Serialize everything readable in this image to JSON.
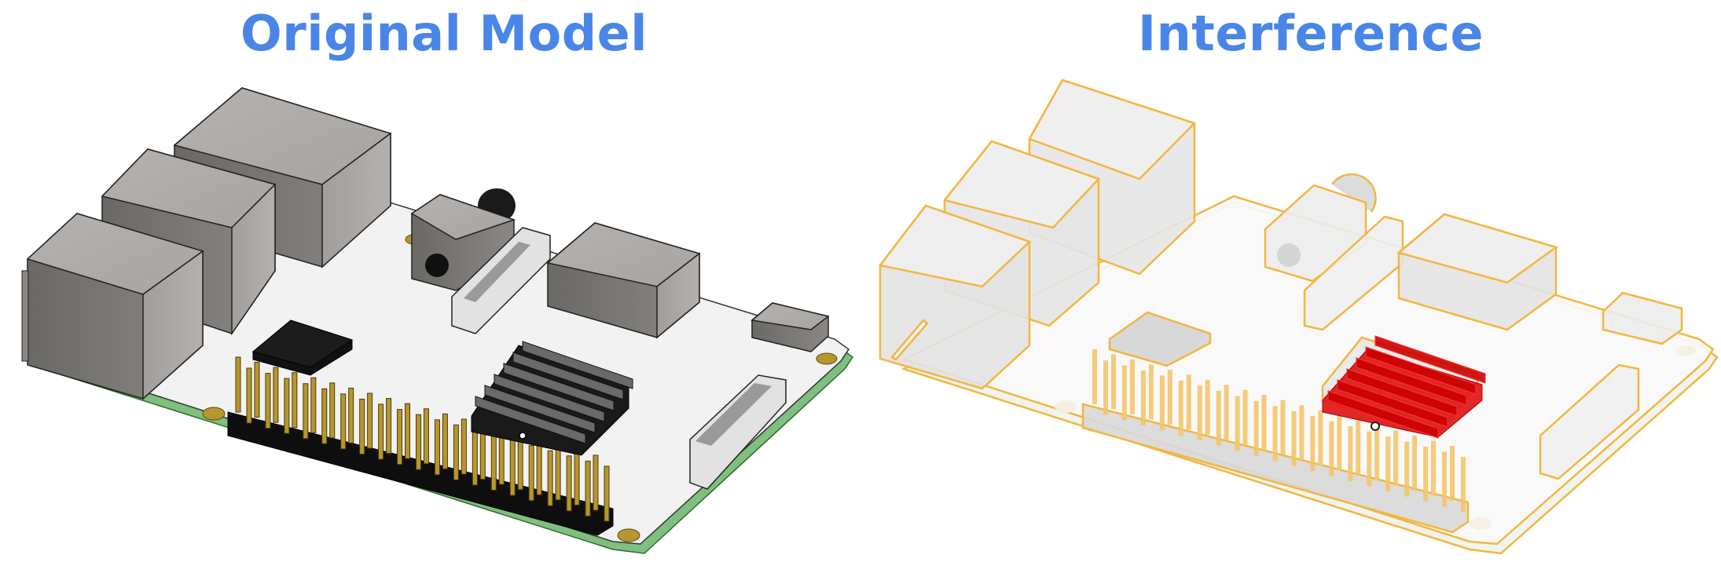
{
  "panels": [
    {
      "title": "Original Model",
      "view": "shaded",
      "components": [
        "ethernet-port",
        "usb-port-upper",
        "usb-port-lower",
        "audio-jack",
        "camera-connector",
        "hdmi-port",
        "micro-usb-port",
        "cpu-chip",
        "gpio-header",
        "heatsink",
        "display-connector",
        "mounting-hole",
        "pcb-board"
      ]
    },
    {
      "title": "Interference",
      "view": "transparent-with-highlight",
      "highlighted_component": "heatsink",
      "components": [
        "ethernet-port",
        "usb-port-upper",
        "usb-port-lower",
        "audio-jack",
        "camera-connector",
        "hdmi-port",
        "micro-usb-port",
        "cpu-chip",
        "gpio-header",
        "heatsink",
        "display-connector",
        "mounting-hole",
        "pcb-board"
      ]
    }
  ],
  "colors": {
    "title": "#4a86e8",
    "component_gray": "#a9a6a3",
    "pcb_top": "#f2f2f2",
    "pcb_edge": "#7fbf7f",
    "gpio_pin": "#b8962e",
    "interference_outline": "#f4b63f",
    "interference_highlight": "#dd1111"
  }
}
